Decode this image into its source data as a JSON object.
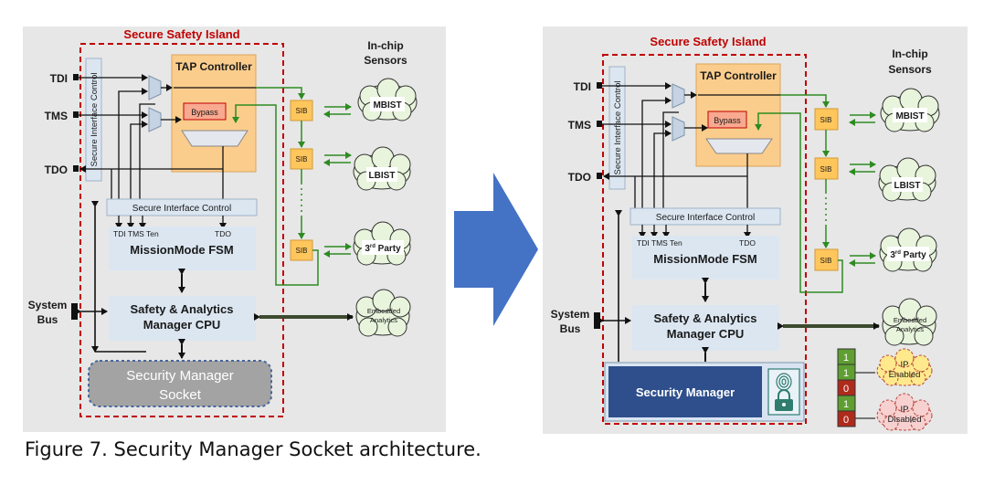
{
  "colors": {
    "panel_bg": "#e7e7e7",
    "island_border": "#c00000",
    "tap_fill": "#fbcd8c",
    "block_fill": "#dbe6f1",
    "sib_fill": "#ffc65c",
    "cloud_fill": "#e8f4dc",
    "arrow_green": "#2e8b22",
    "big_arrow": "#4472c4",
    "socket_fill": "#a3a3a3",
    "sm_fill": "#2e4e8c",
    "bit_green": "#5e9e32",
    "bit_red": "#b02a1c",
    "enabled_cloud": "#ffe98c",
    "disabled_cloud": "#f7d0d0"
  },
  "left": {
    "island_title": "Secure Safety Island",
    "sensors_title": [
      "In-chip",
      "Sensors"
    ],
    "pins": {
      "tdi": "TDI",
      "tms": "TMS",
      "tdo": "TDO"
    },
    "vertical_label": "Secure Interface Control",
    "tap_title": "TAP Controller",
    "bypass": "Bypass",
    "sic_label": "Secure Interface Control",
    "fsm_signals": "TDI TMS Ten",
    "fsm_tdo": "TDO",
    "fsm_title": "MissionMode FSM",
    "cpu_title": [
      "Safety & Analytics",
      "Manager CPU"
    ],
    "system_bus": [
      "System",
      "Bus"
    ],
    "sib": "SIB",
    "clouds": {
      "mbist": "MBIST",
      "lbist": "LBIST",
      "third_party_num": "3",
      "third_party_sup": "rd",
      "third_party_text": " Party",
      "embedded": [
        "Embedded",
        "Analytics"
      ]
    },
    "socket_title": [
      "Security Manager",
      "Socket"
    ]
  },
  "right": {
    "island_title": "Secure Safety Island",
    "sensors_title": [
      "In-chip",
      "Sensors"
    ],
    "pins": {
      "tdi": "TDI",
      "tms": "TMS",
      "tdo": "TDO"
    },
    "vertical_label": "Secure Interface Control",
    "tap_title": "TAP Controller",
    "bypass": "Bypass",
    "sic_label": "Secure Interface Control",
    "fsm_signals": "TDI TMS Ten",
    "fsm_tdo": "TDO",
    "fsm_title": "MissionMode FSM",
    "cpu_title": [
      "Safety & Analytics",
      "Manager CPU"
    ],
    "system_bus": [
      "System",
      "Bus"
    ],
    "sib": "SIB",
    "clouds": {
      "mbist": "MBIST",
      "lbist": "LBIST",
      "third_party_num": "3",
      "third_party_sup": "rd",
      "third_party_text": " Party",
      "embedded": [
        "Embedded",
        "Analytics"
      ]
    },
    "security_manager": "Security Manager",
    "bits": [
      "1",
      "1",
      "0",
      "1",
      "0"
    ],
    "ip_enabled": [
      "IP",
      "Enabled"
    ],
    "ip_disabled": [
      "IP",
      "Disabled"
    ]
  },
  "caption": "Figure 7. Security Manager Socket architecture."
}
